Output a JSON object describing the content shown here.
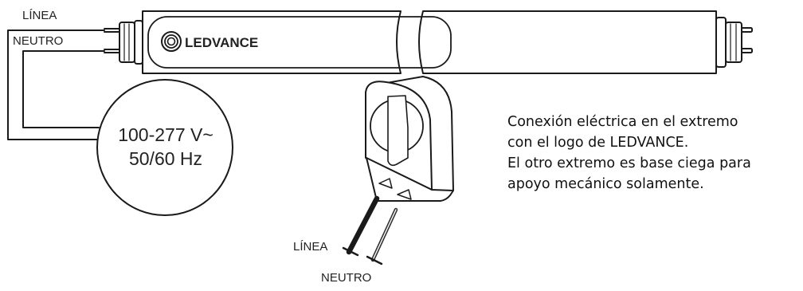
{
  "wiring": {
    "line_label": "LÍNEA",
    "neutral_label": "NEUTRO"
  },
  "tube": {
    "brand": "LEDVANCE"
  },
  "supply": {
    "voltage": "100-277 V~",
    "frequency": "50/60 Hz"
  },
  "holder": {
    "line_label": "LÍNEA",
    "neutral_label": "NEUTRO"
  },
  "note": {
    "lines": [
      "Conexión eléctrica en el extremo",
      "con el logo de LEDVANCE.",
      "El otro extremo es base ciega para",
      "apoyo mecánico solamente."
    ]
  }
}
